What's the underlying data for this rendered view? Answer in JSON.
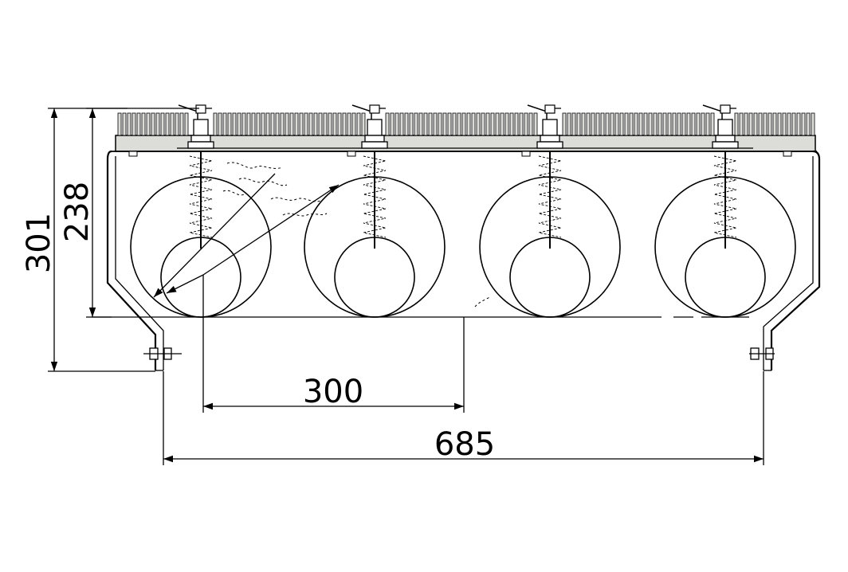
{
  "dimensions": {
    "overall_height": "301",
    "inner_height": "238",
    "spacing": "300",
    "overall_width": "685"
  },
  "colors": {
    "line": "#000000",
    "fin_fill": "#dcdcd8",
    "background": "#ffffff"
  }
}
